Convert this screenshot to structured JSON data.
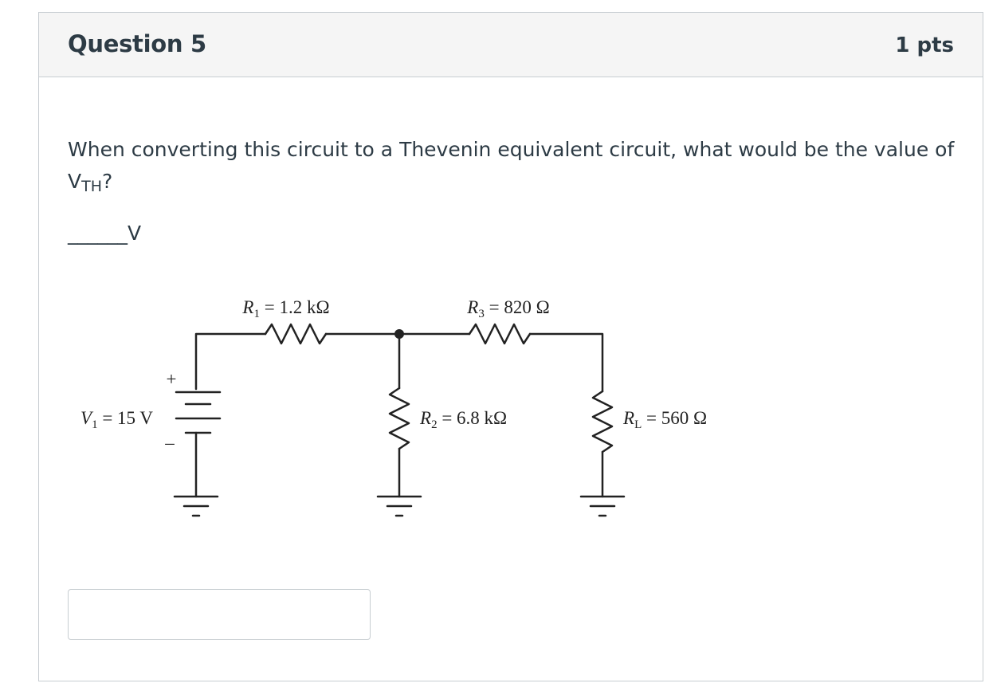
{
  "question": {
    "title": "Question 5",
    "points": "1 pts",
    "text_main": "When converting this circuit to a Thevenin equivalent circuit, what would be the value of",
    "text_var": "V",
    "text_sub": "TH",
    "text_end": "?",
    "blank": "______V"
  },
  "circuit": {
    "r1_label": "R",
    "r1_sub": "1",
    "r1_value": " = 1.2 kΩ",
    "r3_label": "R",
    "r3_sub": "3",
    "r3_value": " = 820 Ω",
    "r2_label": "R",
    "r2_sub": "2",
    "r2_value": " = 6.8 kΩ",
    "rl_label": "R",
    "rl_sub": "L",
    "rl_value": " = 560 Ω",
    "v1_label": "V",
    "v1_sub": "1",
    "v1_value": " = 15 V",
    "plus": "+",
    "minus": "–"
  },
  "answer": {
    "value": "",
    "placeholder": ""
  }
}
